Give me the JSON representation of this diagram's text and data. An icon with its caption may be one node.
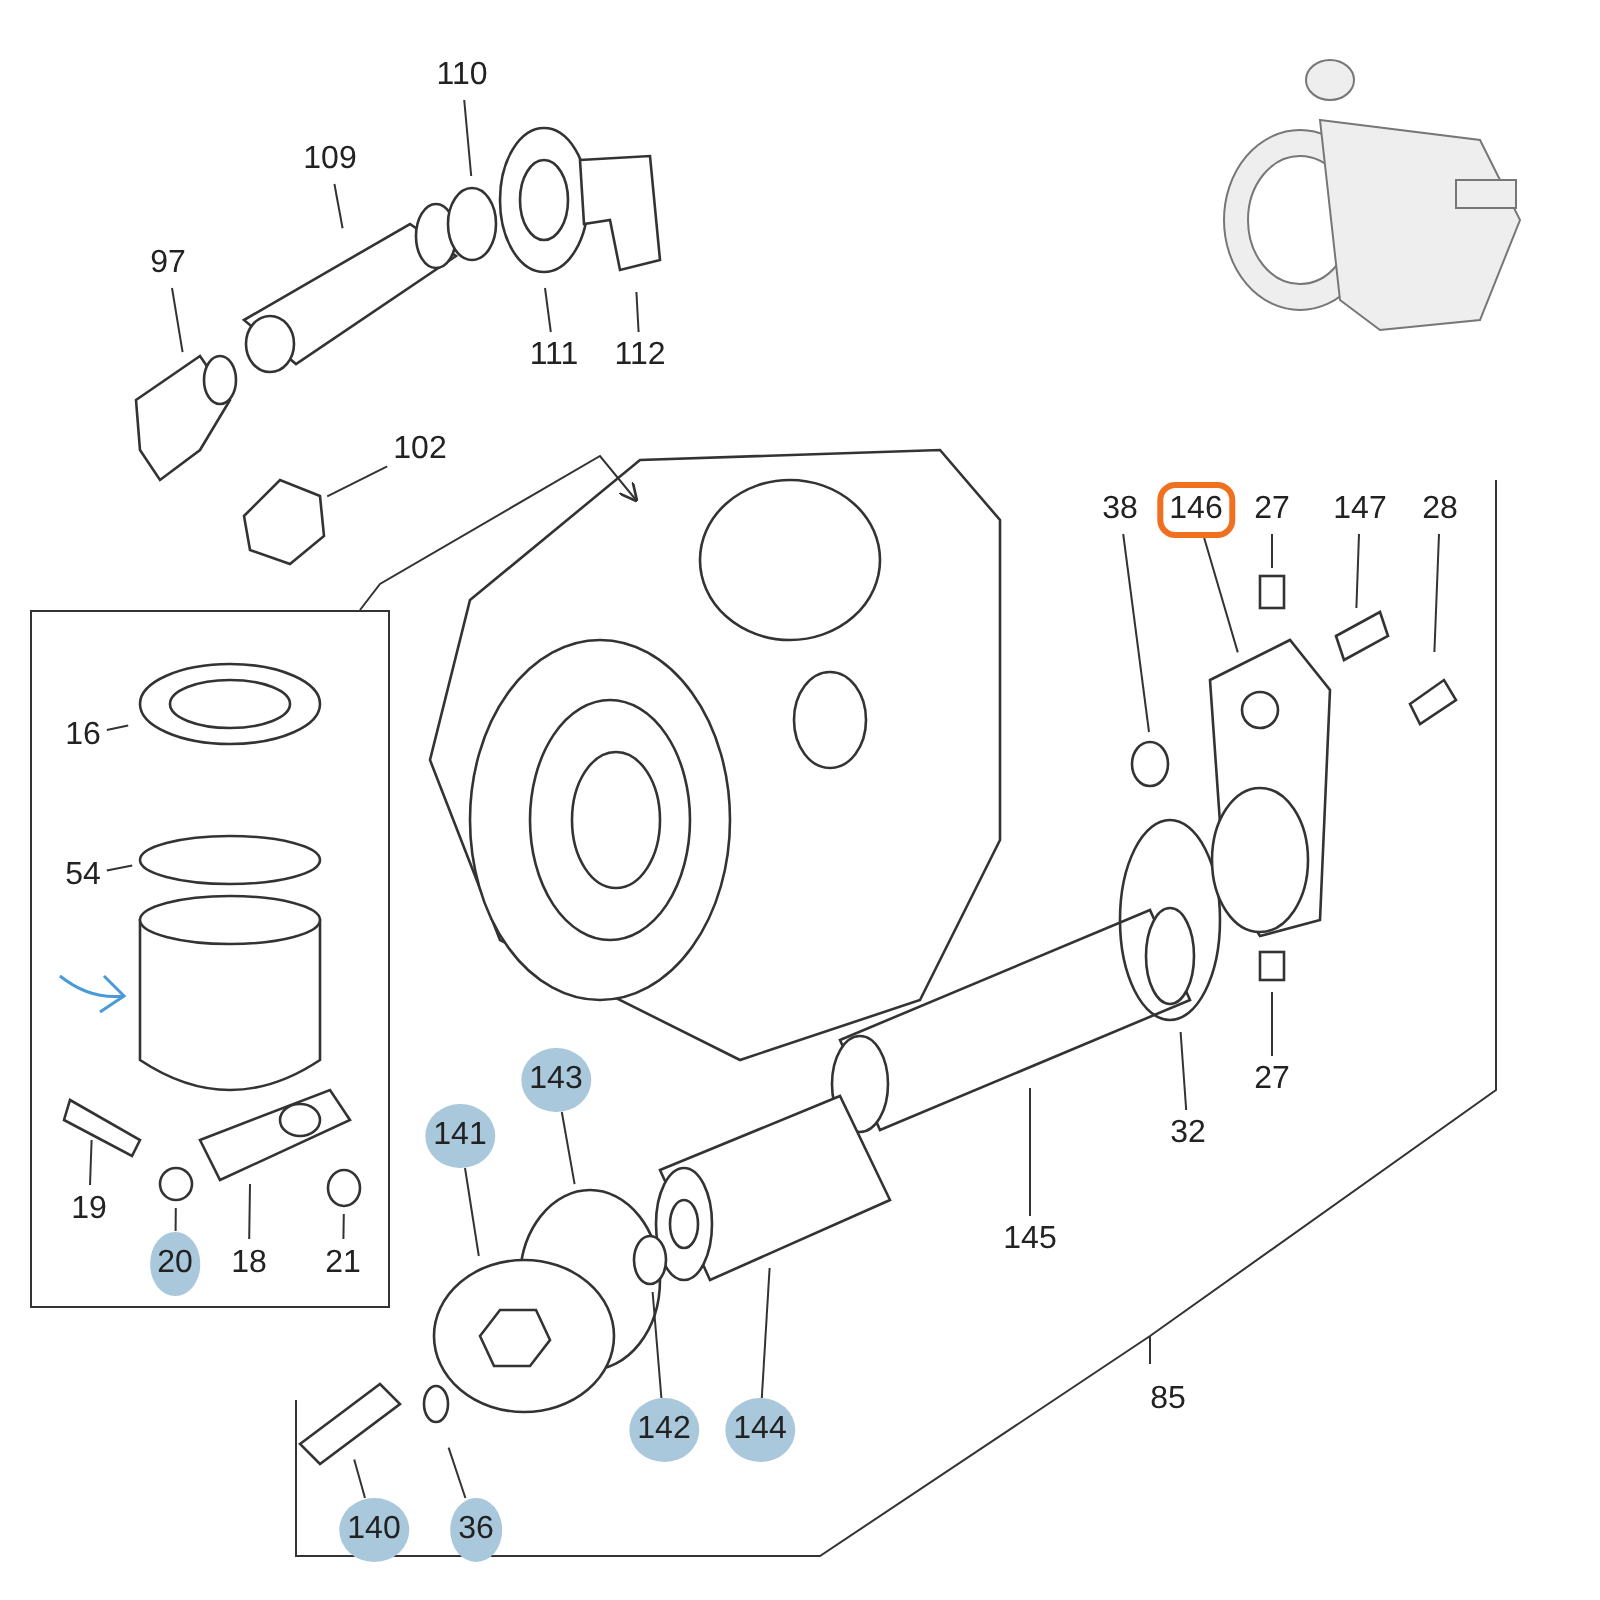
{
  "diagram": {
    "nodes": [
      {
        "text": [
          "110"
        ]
      },
      {
        "text": [
          "109"
        ]
      },
      {
        "text": [
          "97"
        ]
      },
      {
        "text": [
          "111"
        ]
      },
      {
        "text": [
          "112"
        ]
      },
      {
        "text": [
          "102"
        ]
      },
      {
        "text": [
          "38"
        ]
      },
      {
        "text": [
          "146"
        ]
      },
      {
        "text": [
          "27"
        ]
      },
      {
        "text": [
          "147"
        ]
      },
      {
        "text": [
          "28"
        ]
      },
      {
        "text": [],
        "shape": "box"
      },
      {
        "text": [
          "16"
        ],
        "in": 11
      },
      {
        "text": [
          "54"
        ],
        "in": 11
      },
      {
        "text": [
          "27"
        ]
      },
      {
        "text": [
          "143"
        ]
      },
      {
        "text": [
          "32"
        ]
      },
      {
        "text": [
          "141"
        ]
      },
      {
        "text": [
          "19"
        ],
        "in": 11
      },
      {
        "text": [
          "145"
        ]
      },
      {
        "text": [
          "20"
        ],
        "in": 11
      },
      {
        "text": [
          "18"
        ],
        "in": 11
      },
      {
        "text": [
          "21"
        ],
        "in": 11
      },
      {
        "text": [
          "142"
        ]
      },
      {
        "text": [
          "144"
        ]
      },
      {
        "text": [
          "140"
        ]
      },
      {
        "text": [
          "36"
        ]
      }
    ],
    "edges": [
      {
        "from": 0,
        "to": null,
        "arrow": "none"
      },
      {
        "from": 1,
        "to": null,
        "arrow": "none"
      },
      {
        "from": 2,
        "to": null,
        "arrow": "none"
      },
      {
        "from": 3,
        "to": null,
        "arrow": "none"
      },
      {
        "from": 4,
        "to": null,
        "arrow": "none"
      },
      {
        "from": 5,
        "to": null,
        "arrow": "none"
      },
      {
        "from": 6,
        "to": null,
        "arrow": "none"
      },
      {
        "from": 7,
        "to": null,
        "arrow": "none"
      },
      {
        "from": 8,
        "to": null,
        "arrow": "none"
      },
      {
        "from": 9,
        "to": null,
        "arrow": "none"
      },
      {
        "from": 10,
        "to": null,
        "arrow": "none"
      },
      {
        "from": 11,
        "to": null,
        "arrow": "to"
      },
      {
        "from": 12,
        "to": null,
        "arrow": "none"
      },
      {
        "from": 13,
        "to": null,
        "arrow": "none"
      },
      {
        "from": 14,
        "to": null,
        "arrow": "none"
      },
      {
        "from": 15,
        "to": null,
        "arrow": "none"
      },
      {
        "from": 16,
        "to": null,
        "arrow": "none"
      },
      {
        "from": 17,
        "to": null,
        "arrow": "none"
      },
      {
        "from": 18,
        "to": null,
        "arrow": "none"
      },
      {
        "from": 19,
        "to": null,
        "arrow": "none"
      },
      {
        "from": 20,
        "to": null,
        "arrow": "none"
      },
      {
        "from": 21,
        "to": null,
        "arrow": "none"
      },
      {
        "from": 22,
        "to": null,
        "arrow": "none"
      },
      {
        "from": 23,
        "to": null,
        "arrow": "none"
      },
      {
        "from": 24,
        "to": null,
        "arrow": "none"
      },
      {
        "from": 25,
        "to": null,
        "arrow": "none"
      },
      {
        "from": 26,
        "to": null,
        "arrow": "none"
      }
    ],
    "labels": [
      "85"
    ]
  }
}
